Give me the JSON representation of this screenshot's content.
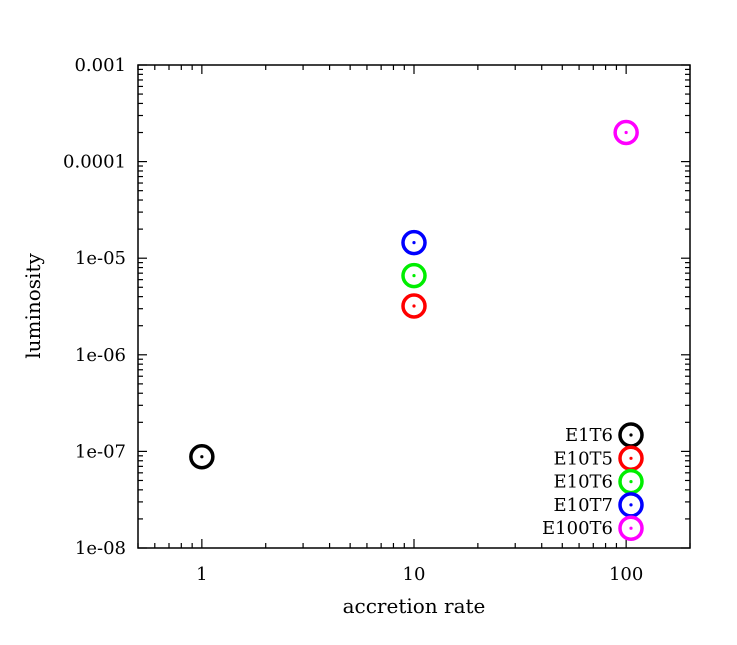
{
  "chart_data": {
    "type": "scatter",
    "xlabel": "accretion rate",
    "ylabel": "luminosity",
    "xscale": "log",
    "yscale": "log",
    "xlim": [
      0.5,
      200
    ],
    "ylim": [
      1e-08,
      0.001
    ],
    "x_ticks": [
      {
        "value": 1,
        "label": "1"
      },
      {
        "value": 10,
        "label": "10"
      },
      {
        "value": 100,
        "label": "100"
      }
    ],
    "y_ticks": [
      {
        "value": 1e-08,
        "label": "1e-08"
      },
      {
        "value": 1e-07,
        "label": "1e-07"
      },
      {
        "value": 1e-06,
        "label": "1e-06"
      },
      {
        "value": 1e-05,
        "label": "1e-05"
      },
      {
        "value": 0.0001,
        "label": "0.0001"
      },
      {
        "value": 0.001,
        "label": "0.001"
      }
    ],
    "legend_position": "bottom-right",
    "grid": false,
    "series": [
      {
        "name": "E1T6",
        "color": "#000000",
        "points": [
          {
            "x": 1,
            "y": 8.8e-08
          }
        ]
      },
      {
        "name": "E10T5",
        "color": "#ff0000",
        "points": [
          {
            "x": 10,
            "y": 3.2e-06
          }
        ]
      },
      {
        "name": "E10T6",
        "color": "#00ee00",
        "points": [
          {
            "x": 10,
            "y": 6.6e-06
          }
        ]
      },
      {
        "name": "E10T7",
        "color": "#0000ff",
        "points": [
          {
            "x": 10,
            "y": 1.45e-05
          }
        ]
      },
      {
        "name": "E100T6",
        "color": "#ff00ff",
        "points": [
          {
            "x": 100,
            "y": 0.0002
          }
        ]
      }
    ]
  }
}
